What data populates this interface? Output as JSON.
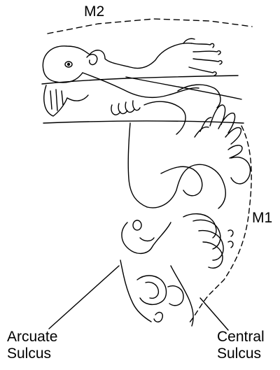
{
  "labels": {
    "m2": "M2",
    "m1": "M1",
    "arcuate": [
      "Arcuate",
      "Sulcus"
    ],
    "central": [
      "Central",
      "Sulcus"
    ]
  },
  "colors": {
    "ink": "#000000",
    "background": "#ffffff"
  }
}
